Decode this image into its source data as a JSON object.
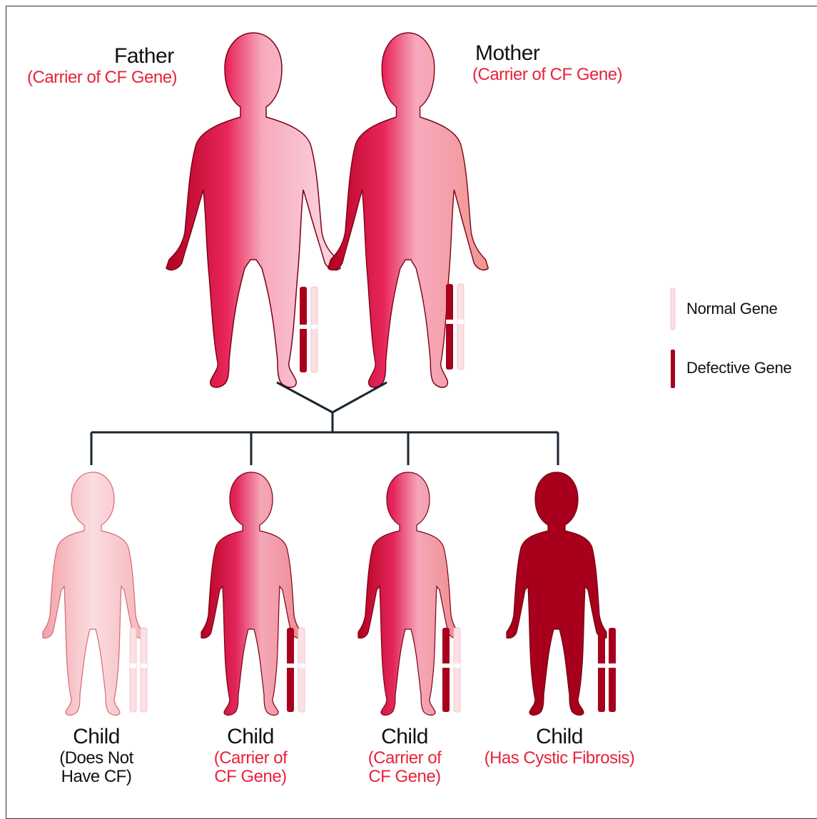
{
  "parents": {
    "father": {
      "name": "Father",
      "status": "(Carrier of CF Gene)"
    },
    "mother": {
      "name": "Mother",
      "status": "(Carrier of CF Gene)"
    }
  },
  "children": [
    {
      "name": "Child",
      "status_line1": "(Does Not",
      "status_line2": "Have CF)"
    },
    {
      "name": "Child",
      "status_line1": "(Carrier of",
      "status_line2": "CF Gene)"
    },
    {
      "name": "Child",
      "status_line1": "(Carrier of",
      "status_line2": "CF Gene)"
    },
    {
      "name": "Child",
      "status_line1": "(Has Cystic Fibrosis)",
      "status_line2": ""
    }
  ],
  "legend": {
    "normal": "Normal Gene",
    "defective": "Defective Gene"
  },
  "colors": {
    "defective": "#a8001c",
    "normal": "#fbe0e4",
    "carrier_text": "#e8233a",
    "connector": "#1a2530"
  }
}
